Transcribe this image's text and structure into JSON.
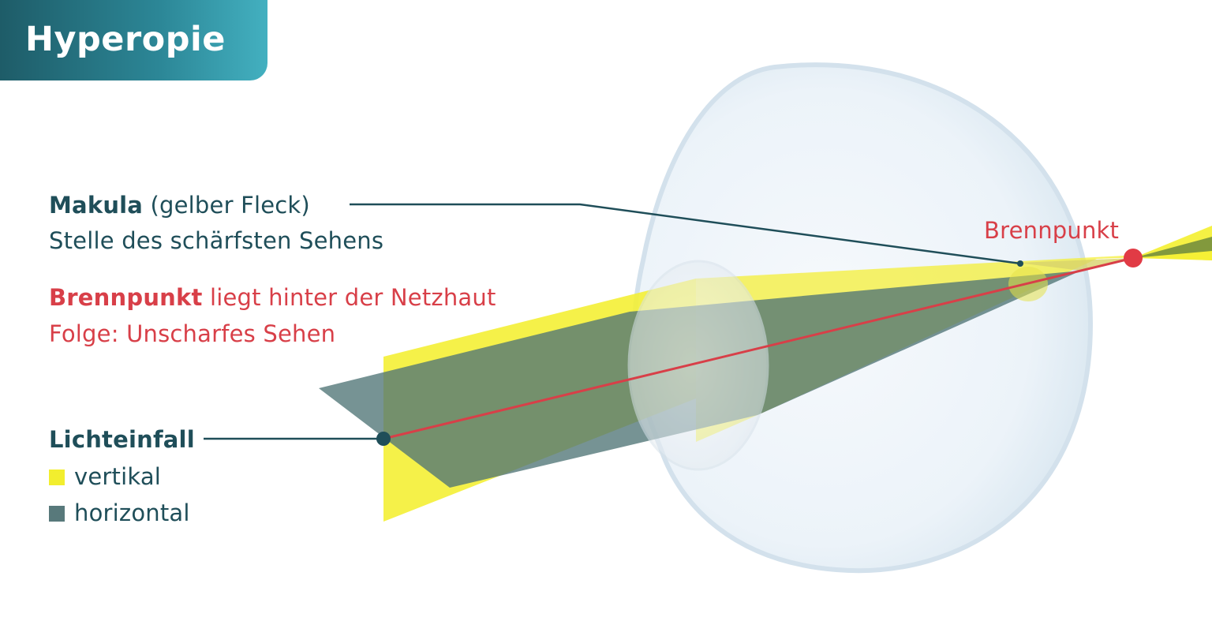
{
  "title": "Hyperopie",
  "macula": {
    "bold": "Makula",
    "rest": " (gelber Fleck)",
    "line2": "Stelle des schärfsten Sehens"
  },
  "focus": {
    "bold": "Brennpunkt",
    "rest": " liegt hinter der Netzhaut",
    "line2": "Folge: Unscharfes Sehen"
  },
  "focus_point_label": "Brennpunkt",
  "light": {
    "heading": "Lichteinfall",
    "legend": [
      {
        "label": "vertikal",
        "color": "#f2ee2e"
      },
      {
        "label": "horizontal",
        "color": "#58797b"
      }
    ]
  },
  "colors": {
    "dark_text": "#1f4e59",
    "red": "#d83f48",
    "yellow": "#f2ee2e",
    "teal_grey": "#58797b",
    "eye_fill": "#eaf2f8",
    "eye_outline": "#d6e3ee"
  }
}
